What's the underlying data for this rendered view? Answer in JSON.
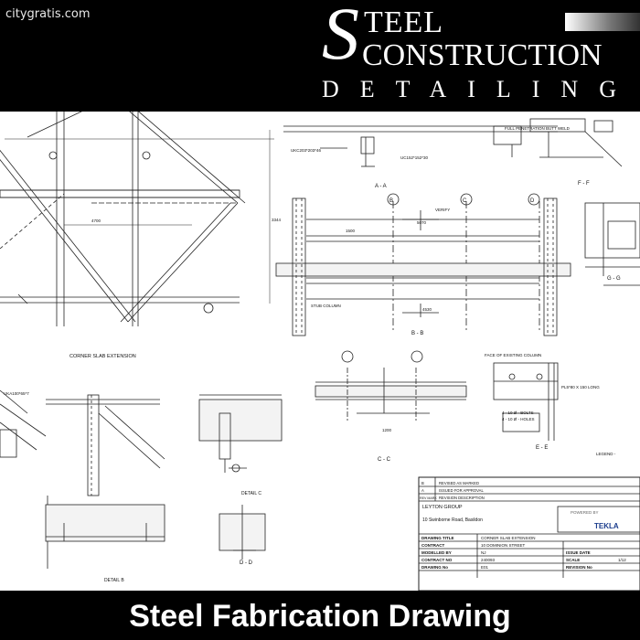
{
  "watermark": "citygratis.com",
  "logo": {
    "line1": "TEEL",
    "line2": "CONSTRUCTION",
    "line3": "DETAILING",
    "initial": "S"
  },
  "footer_title": "Steel Fabrication Drawing",
  "drawing": {
    "views": {
      "corner_slab": "CORNER SLAB EXTENSION",
      "section_aa": "A - A",
      "section_bb": "B - B",
      "section_cc": "C - C",
      "section_dd": "D - D",
      "section_ee": "E - E",
      "section_ff": "F - F",
      "section_gg": "G - G",
      "detail_b": "DETAIL B",
      "detail_c": "DETAIL C",
      "face_existing": "FACE OF EXISTING COLUMN",
      "full_pen": "FULL PENETRATION BUTT WELD"
    },
    "grid_labels": [
      "B",
      "C",
      "D"
    ],
    "notes": {
      "uc": "UC152*152*30",
      "ukc": "UKC203*203*46",
      "uka": "UKA100*65*7",
      "bolts": "4 - 10 Ø - BOLTS",
      "holes": "4 - 10 Ø - HOLES",
      "plate": "PL5*80 X 150 LONG",
      "verify": "VERIFY",
      "stub": "STUB COLUMN",
      "dim_4700": "4700",
      "dim_1200": "1200",
      "dim_3344": "3344",
      "dim_1500": "1500",
      "dim_4530": "4530",
      "dim_5070": "5070",
      "legend": "LEGEND -"
    },
    "title_block": {
      "revision_rows": [
        {
          "rev": "B",
          "desc": "REVISED AS MARKED"
        },
        {
          "rev": "A",
          "desc": "ISSUED FOR APPROVAL"
        },
        {
          "rev": "REV MARK",
          "desc": "REVISION DESCRIPTION"
        }
      ],
      "client": "LEYTON GROUP",
      "address": "10 Swinborne Road, Basildon",
      "powered_by": "POWERED BY",
      "tekla": "TEKLA",
      "drawing_title_label": "DRAWING TITLE",
      "drawing_title": "CORNER SLAB EXTENSION",
      "contract_label": "CONTRACT",
      "contract": "10 DOMINION STREET",
      "modelled_label": "MODELLED BY",
      "modelled": "NJ",
      "issue_label": "ISSUE DATE",
      "contract_no_label": "CONTRACT NO",
      "contract_no": "240093",
      "scale_label": "SCALE",
      "scale": "1/12",
      "drawing_no_label": "DRAWING No",
      "drawing_no": "E01",
      "revision_label": "REVISION No"
    }
  }
}
